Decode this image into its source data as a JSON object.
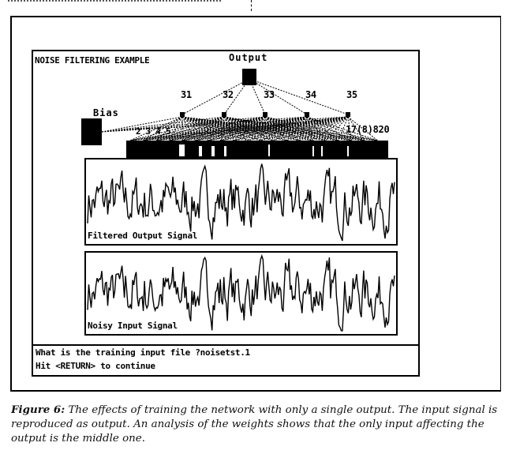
{
  "screen": {
    "title": "NOISE FILTERING EXAMPLE",
    "output_label": "Output",
    "bias_label": "Bias",
    "hidden_labels": [
      "31",
      "32",
      "33",
      "34",
      "35"
    ],
    "input_labels_left": "2 3 4 5",
    "input_labels_right": "17(8)820",
    "filtered_label": "Filtered Output Signal",
    "noisy_label": "Noisy Input Signal",
    "console_line1": "What is the training input file ?noisetst.1",
    "console_line2": "Hit <RETURN> to continue"
  },
  "caption": {
    "label": "Figure 6:",
    "text": "The effects of training the network with only a single output. The input signal is reproduced as output. An analysis of the weights shows that the only input affecting the output is the middle one."
  }
}
